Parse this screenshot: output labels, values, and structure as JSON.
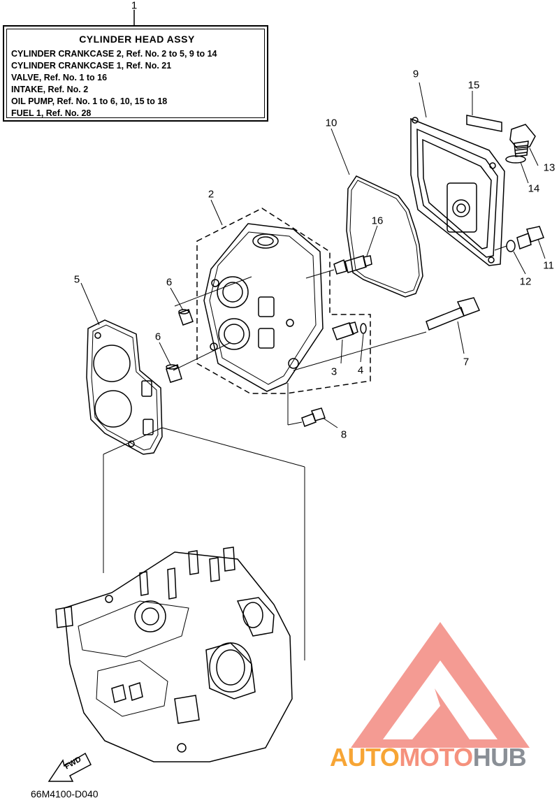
{
  "caption": {
    "title": "CYLINDER HEAD ASSY",
    "lines": [
      "CYLINDER CRANKCASE 2,  Ref. No. 2 to 5, 9 to 14",
      "CYLINDER CRANKCASE 1,  Ref. No. 21",
      "VALVE,   Ref. No. 1 to 16",
      "INTAKE,  Ref. No. 2",
      "OIL PUMP, Ref. No. 1 to 6, 10, 15 to 18",
      "FUEL 1,  Ref. No. 28"
    ]
  },
  "callouts": [
    "1",
    "2",
    "3",
    "4",
    "5",
    "6",
    "6",
    "7",
    "8",
    "9",
    "10",
    "11",
    "12",
    "13",
    "14",
    "15",
    "16"
  ],
  "fwd_label": "FWD",
  "figure_code": "66M4100-D040",
  "watermark": {
    "part1": "AUTO",
    "part2": "MOTO",
    "part3": "HUB"
  },
  "colors": {
    "line": "#000000",
    "watermark_red": "#f28a80",
    "watermark_orange": "#f7a535",
    "watermark_gray": "#8a8f96"
  }
}
